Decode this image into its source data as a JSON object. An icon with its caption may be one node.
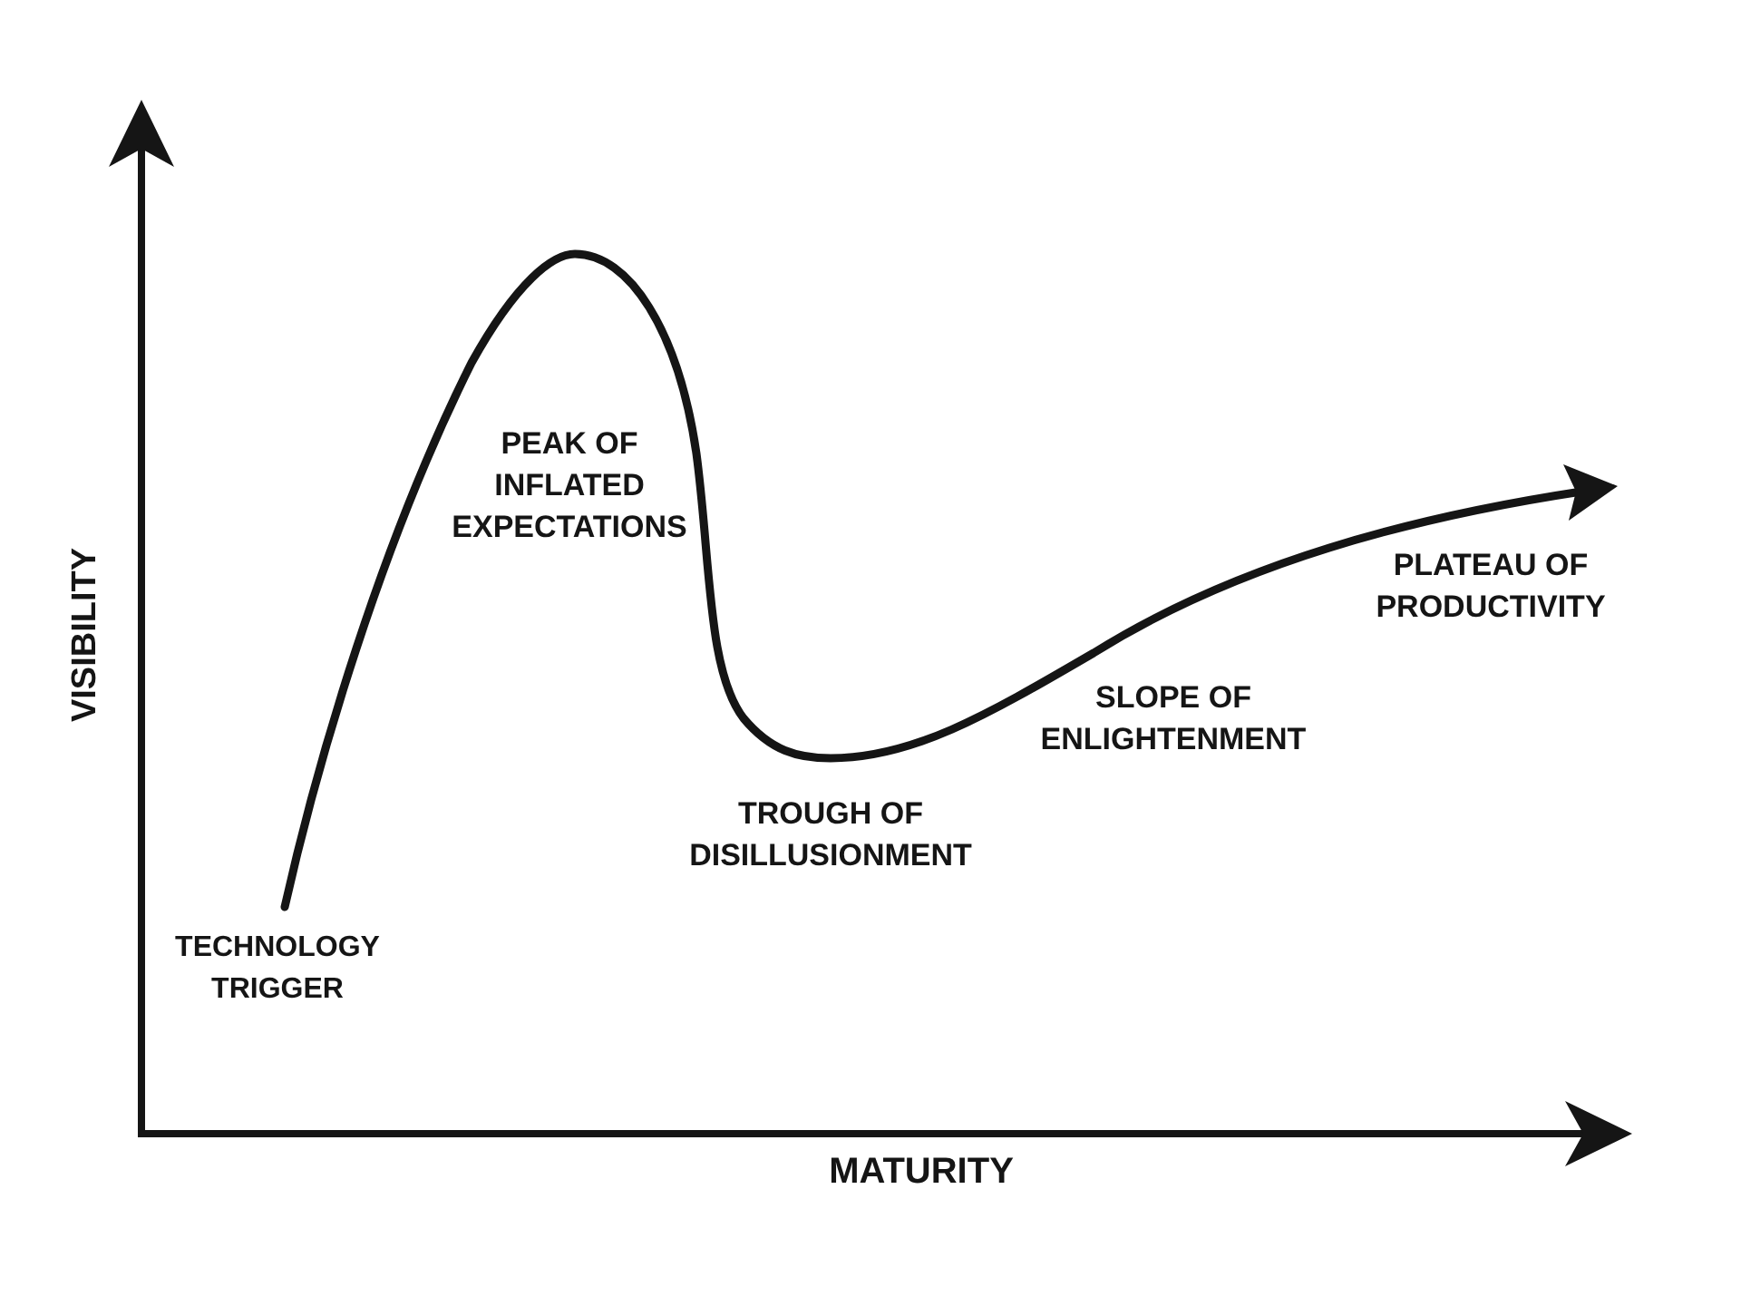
{
  "diagram": {
    "labels": [
      "PEAK OF INFLATED EXPECTATIONS",
      "PLATEAU OF PRODUCTIVITY",
      "VISIBILITY",
      "SLOPE OF ENLIGHTENMENT",
      "TROUGH OF DISILLUSIONMENT",
      "TECHNOLOGY TRIGGER",
      "MATURITY"
    ]
  }
}
